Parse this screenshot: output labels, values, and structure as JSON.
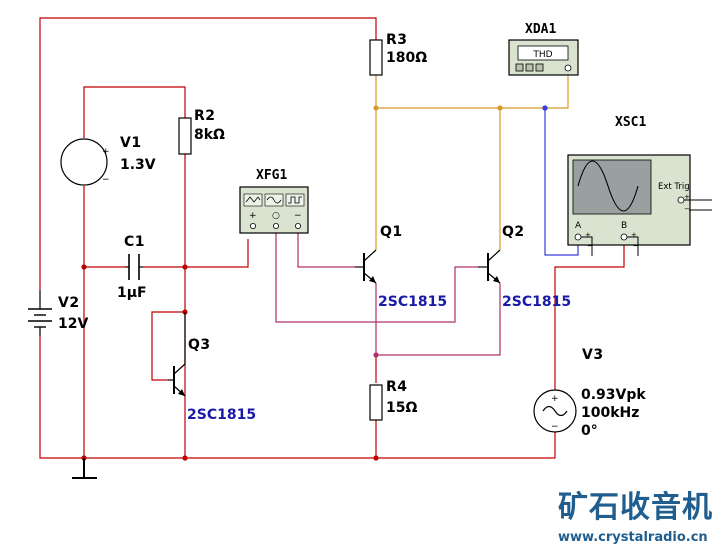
{
  "colors": {
    "wire_red": "#c00000",
    "wire_orange": "#d89a2a",
    "wire_blue": "#3a3adf",
    "text_part": "#1a1aa8",
    "instrument_face": "#d9e3cf",
    "watermark": "#1f5e8e"
  },
  "components": {
    "r3": {
      "ref": "R3",
      "value": "180Ω"
    },
    "r2": {
      "ref": "R2",
      "value": "8kΩ"
    },
    "r4": {
      "ref": "R4",
      "value": "15Ω"
    },
    "v1": {
      "ref": "V1",
      "value": "1.3V"
    },
    "v2": {
      "ref": "V2",
      "value": "12V"
    },
    "v3": {
      "ref": "V3",
      "amplitude": "0.93Vpk",
      "frequency": "100kHz",
      "phase": "0°"
    },
    "c1": {
      "ref": "C1",
      "value": "1µF"
    },
    "q1": {
      "ref": "Q1",
      "part": "2SC1815"
    },
    "q2": {
      "ref": "Q2",
      "part": "2SC1815"
    },
    "q3": {
      "ref": "Q3",
      "part": "2SC1815"
    }
  },
  "instruments": {
    "xda1": {
      "ref": "XDA1",
      "screen": "THD"
    },
    "xfg1": {
      "ref": "XFG1",
      "terminals": [
        "+",
        "○",
        "−"
      ]
    },
    "xsc1": {
      "ref": "XSC1",
      "channel_a": "A",
      "channel_b": "B",
      "ext_trig": "Ext Trig"
    }
  },
  "watermark": {
    "title": "矿石收音机",
    "url": "www.crystalradio.cn"
  }
}
